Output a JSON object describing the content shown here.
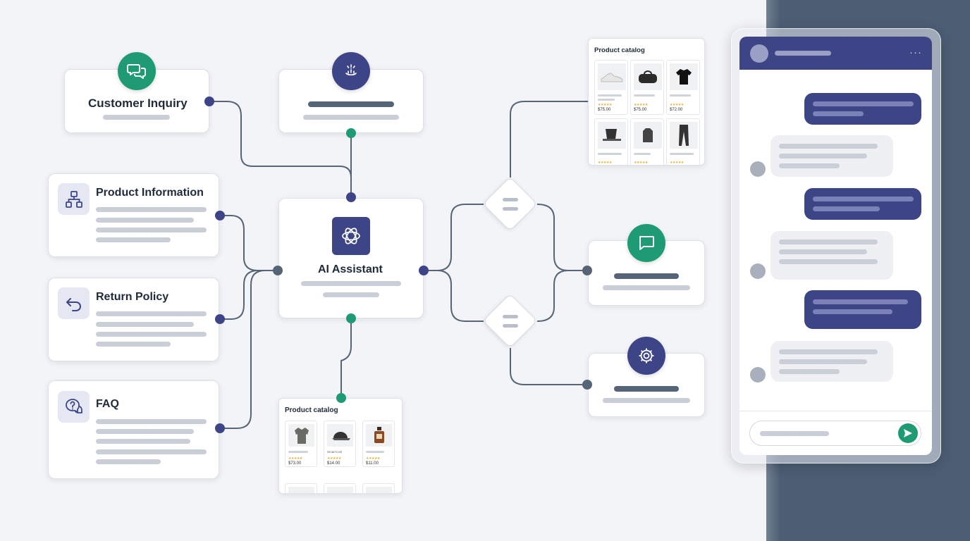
{
  "nodes": {
    "customer_inquiry": {
      "title": "Customer Inquiry",
      "icon": "chat-bubbles-icon"
    },
    "trigger": {
      "icon": "sparkle-hand-icon"
    },
    "product_information": {
      "title": "Product Information",
      "icon": "hierarchy-icon"
    },
    "return_policy": {
      "title": "Return Policy",
      "icon": "return-arrow-icon"
    },
    "faq": {
      "title": "FAQ",
      "icon": "question-bubbles-icon"
    },
    "ai_assistant": {
      "title": "AI Assistant",
      "icon": "openai-logo-icon"
    },
    "reply_message": {
      "icon": "message-icon"
    },
    "settings_action": {
      "icon": "gear-icon"
    }
  },
  "catalog_top": {
    "title": "Product catalog",
    "products": [
      {
        "name": "",
        "price": "$75.00",
        "image": "sneaker-icon"
      },
      {
        "name": "",
        "price": "$75.00",
        "image": "duffel-bag-icon"
      },
      {
        "name": "",
        "price": "$72.00",
        "image": "tshirt-icon"
      },
      {
        "name": "",
        "price": "",
        "image": "hat-icon"
      },
      {
        "name": "",
        "price": "",
        "image": "backpack-icon"
      },
      {
        "name": "",
        "price": "",
        "image": "pants-icon"
      }
    ]
  },
  "catalog_bottom": {
    "title": "Product catalog",
    "products": [
      {
        "name": "",
        "price": "$73.00",
        "image": "jacket-icon"
      },
      {
        "name": "Smart lock",
        "price": "$14.00",
        "image": "cap-icon"
      },
      {
        "name": "",
        "price": "$11.00",
        "image": "perfume-icon"
      }
    ]
  },
  "chat": {
    "send_icon": "send-icon",
    "menu_icon": "more-dots-icon",
    "menu_glyph": "···"
  },
  "colors": {
    "navy": "#3e4587",
    "green": "#1e9b72",
    "slate": "#4c5e74",
    "wire": "#556577"
  }
}
